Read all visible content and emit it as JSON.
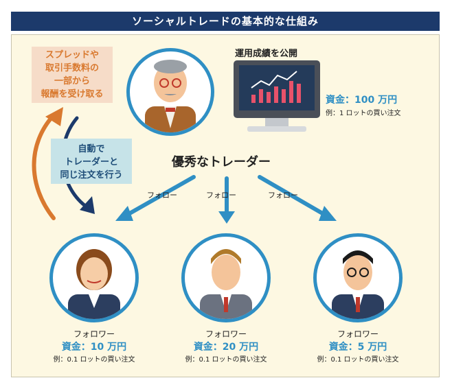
{
  "title": "ソーシャルトレードの基本的な仕組み",
  "spread_box": {
    "lines": [
      "スプレッドや",
      "取引手数料の",
      "一部から",
      "報酬を受け取る"
    ]
  },
  "auto_box": {
    "lines": [
      "自動で",
      "トレーダーと",
      "同じ注文を行う"
    ]
  },
  "leader": {
    "monitor_caption": "運用成績を公開",
    "fund": "資金：100 万円",
    "note": "例：1 ロットの買い注文",
    "label": "優秀なトレーダー"
  },
  "follow_label": "フォロー",
  "followers": [
    {
      "name": "フォロワー",
      "fund": "資金：10 万円",
      "note": "例：0.1 ロットの買い注文"
    },
    {
      "name": "フォロワー",
      "fund": "資金：20 万円",
      "note": "例：0.1 ロットの買い注文"
    },
    {
      "name": "フォロワー",
      "fund": "資金：5 万円",
      "note": "例：0.1 ロットの買い注文"
    }
  ],
  "colors": {
    "navy": "#1c3a6b",
    "blue": "#2f8fc4",
    "orange": "#d9792f",
    "panel": "#fdf8e2"
  }
}
